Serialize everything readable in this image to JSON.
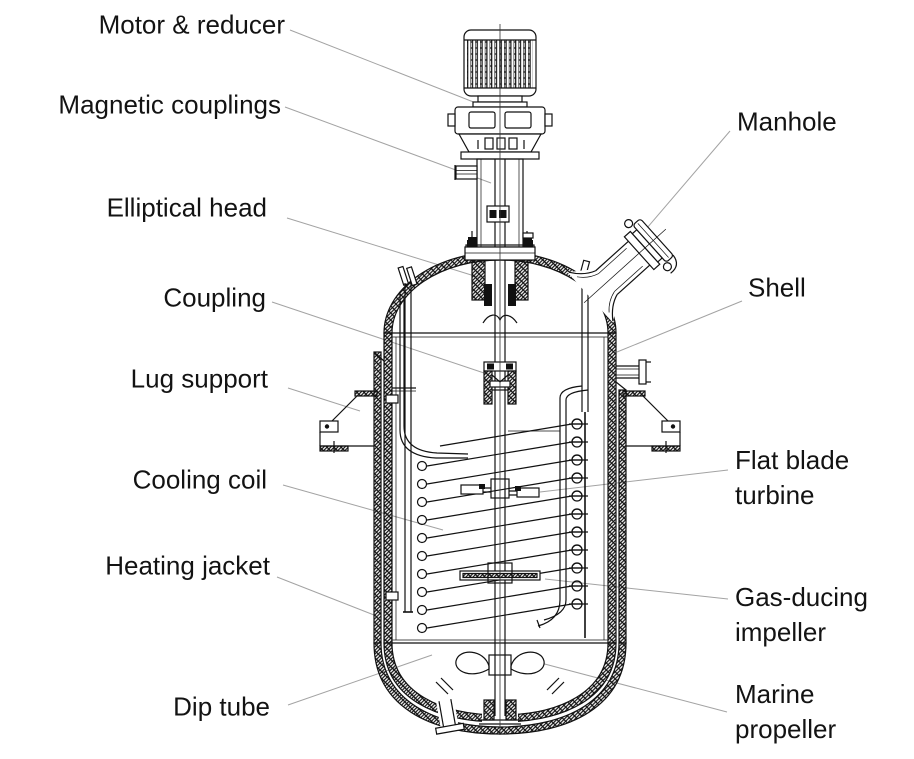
{
  "diagram": {
    "subject": "Agitated reactor vessel cross-section",
    "background": "#ffffff",
    "line_color": "#111111",
    "leader_color": "#a3a3a3",
    "labels": {
      "motor_reducer": "Motor & reducer",
      "magnetic_couplings": "Magnetic couplings",
      "elliptical_head": "Elliptical head",
      "coupling": "Coupling",
      "lug_support": "Lug support",
      "cooling_coil": "Cooling coil",
      "heating_jacket": "Heating jacket",
      "dip_tube": "Dip tube",
      "manhole": "Manhole",
      "shell": "Shell",
      "flat_blade_turbine": "Flat blade turbine",
      "gas_ducing_impeller": "Gas-ducing impeller",
      "marine_propeller": "Marine propeller"
    }
  }
}
